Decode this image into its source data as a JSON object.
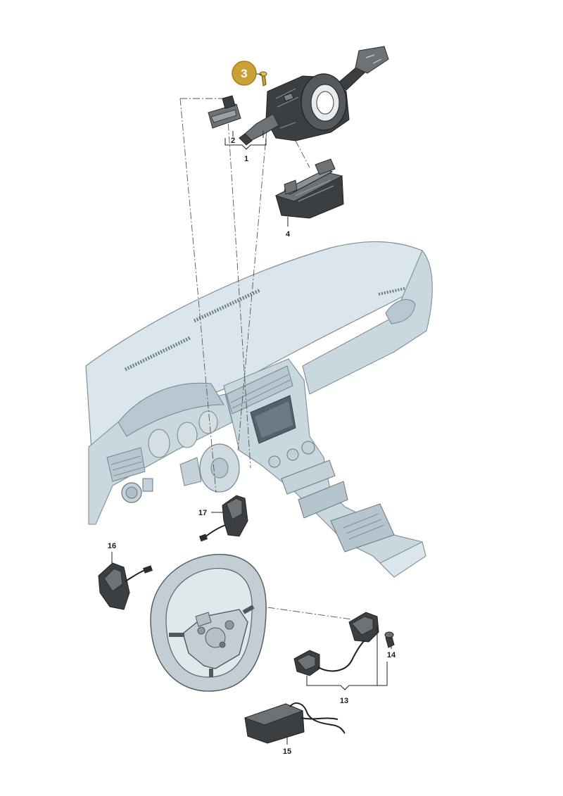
{
  "callouts": [
    {
      "id": "1",
      "label": "1"
    },
    {
      "id": "2",
      "label": "2"
    },
    {
      "id": "3",
      "label": "3",
      "highlighted": true
    },
    {
      "id": "4",
      "label": "4"
    },
    {
      "id": "13",
      "label": "13"
    },
    {
      "id": "14",
      "label": "14"
    },
    {
      "id": "15",
      "label": "15"
    },
    {
      "id": "16",
      "label": "16"
    },
    {
      "id": "17",
      "label": "17"
    }
  ],
  "colors": {
    "highlight": "#c9a136",
    "highlight_border": "#a7801f",
    "leader": "#222222",
    "part": "#3c3f42",
    "dashboard": "#dbe6ec"
  }
}
